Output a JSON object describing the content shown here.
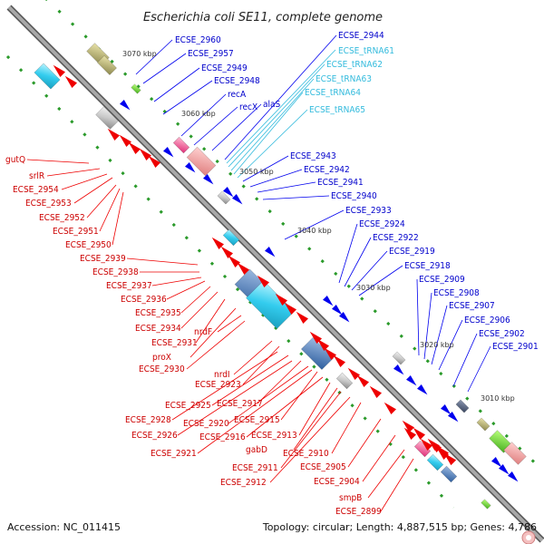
{
  "title": "Escherichia coli SE11, complete genome",
  "footer": {
    "accession": "Accession: NC_011415",
    "topology": "Topology: circular; Length: 4,887,515 bp; Genes: 4,786"
  },
  "kbp_labels": [
    "3070 kbp",
    "3060 kbp",
    "3050 kbp",
    "3040 kbp",
    "3030 kbp",
    "3020 kbp",
    "3010 kbp"
  ],
  "colors": {
    "forward": "#0000ee",
    "reverse": "#ee0000",
    "rna": "#33bbdd",
    "backbone": "#808080"
  },
  "genes_outer": [
    "ECSE_2960",
    "ECSE_2957",
    "ECSE_2949",
    "ECSE_2948",
    "recA",
    "recX",
    "alaS",
    "ECSE_2943",
    "ECSE_2942",
    "ECSE_2941",
    "ECSE_2940",
    "ECSE_2933",
    "ECSE_2924",
    "ECSE_2922",
    "ECSE_2919",
    "ECSE_2918",
    "ECSE_2909",
    "ECSE_2908",
    "ECSE_2907",
    "ECSE_2906",
    "ECSE_2902",
    "ECSE_2901"
  ],
  "trnas": [
    "ECSE_2944",
    "ECSE_tRNA61",
    "ECSE_tRNA62",
    "ECSE_tRNA63",
    "ECSE_tRNA64",
    "ECSE_tRNA65"
  ],
  "genes_inner": [
    "gutQ",
    "srlR",
    "ECSE_2954",
    "ECSE_2953",
    "ECSE_2952",
    "ECSE_2951",
    "ECSE_2950",
    "ECSE_2939",
    "ECSE_2938",
    "ECSE_2937",
    "ECSE_2936",
    "ECSE_2935",
    "ECSE_2934",
    "ECSE_2931",
    "proX",
    "nrdF",
    "ECSE_2930",
    "nrdI",
    "ECSE_2923",
    "ECSE_2925",
    "ECSE_2917",
    "ECSE_2928",
    "ECSE_2920",
    "ECSE_2915",
    "ECSE_2926",
    "ECSE_2916",
    "ECSE_2913",
    "gabD",
    "ECSE_2921",
    "ECSE_2910",
    "ECSE_2911",
    "ECSE_2905",
    "ECSE_2912",
    "ECSE_2904",
    "smpB",
    "ECSE_2899"
  ]
}
